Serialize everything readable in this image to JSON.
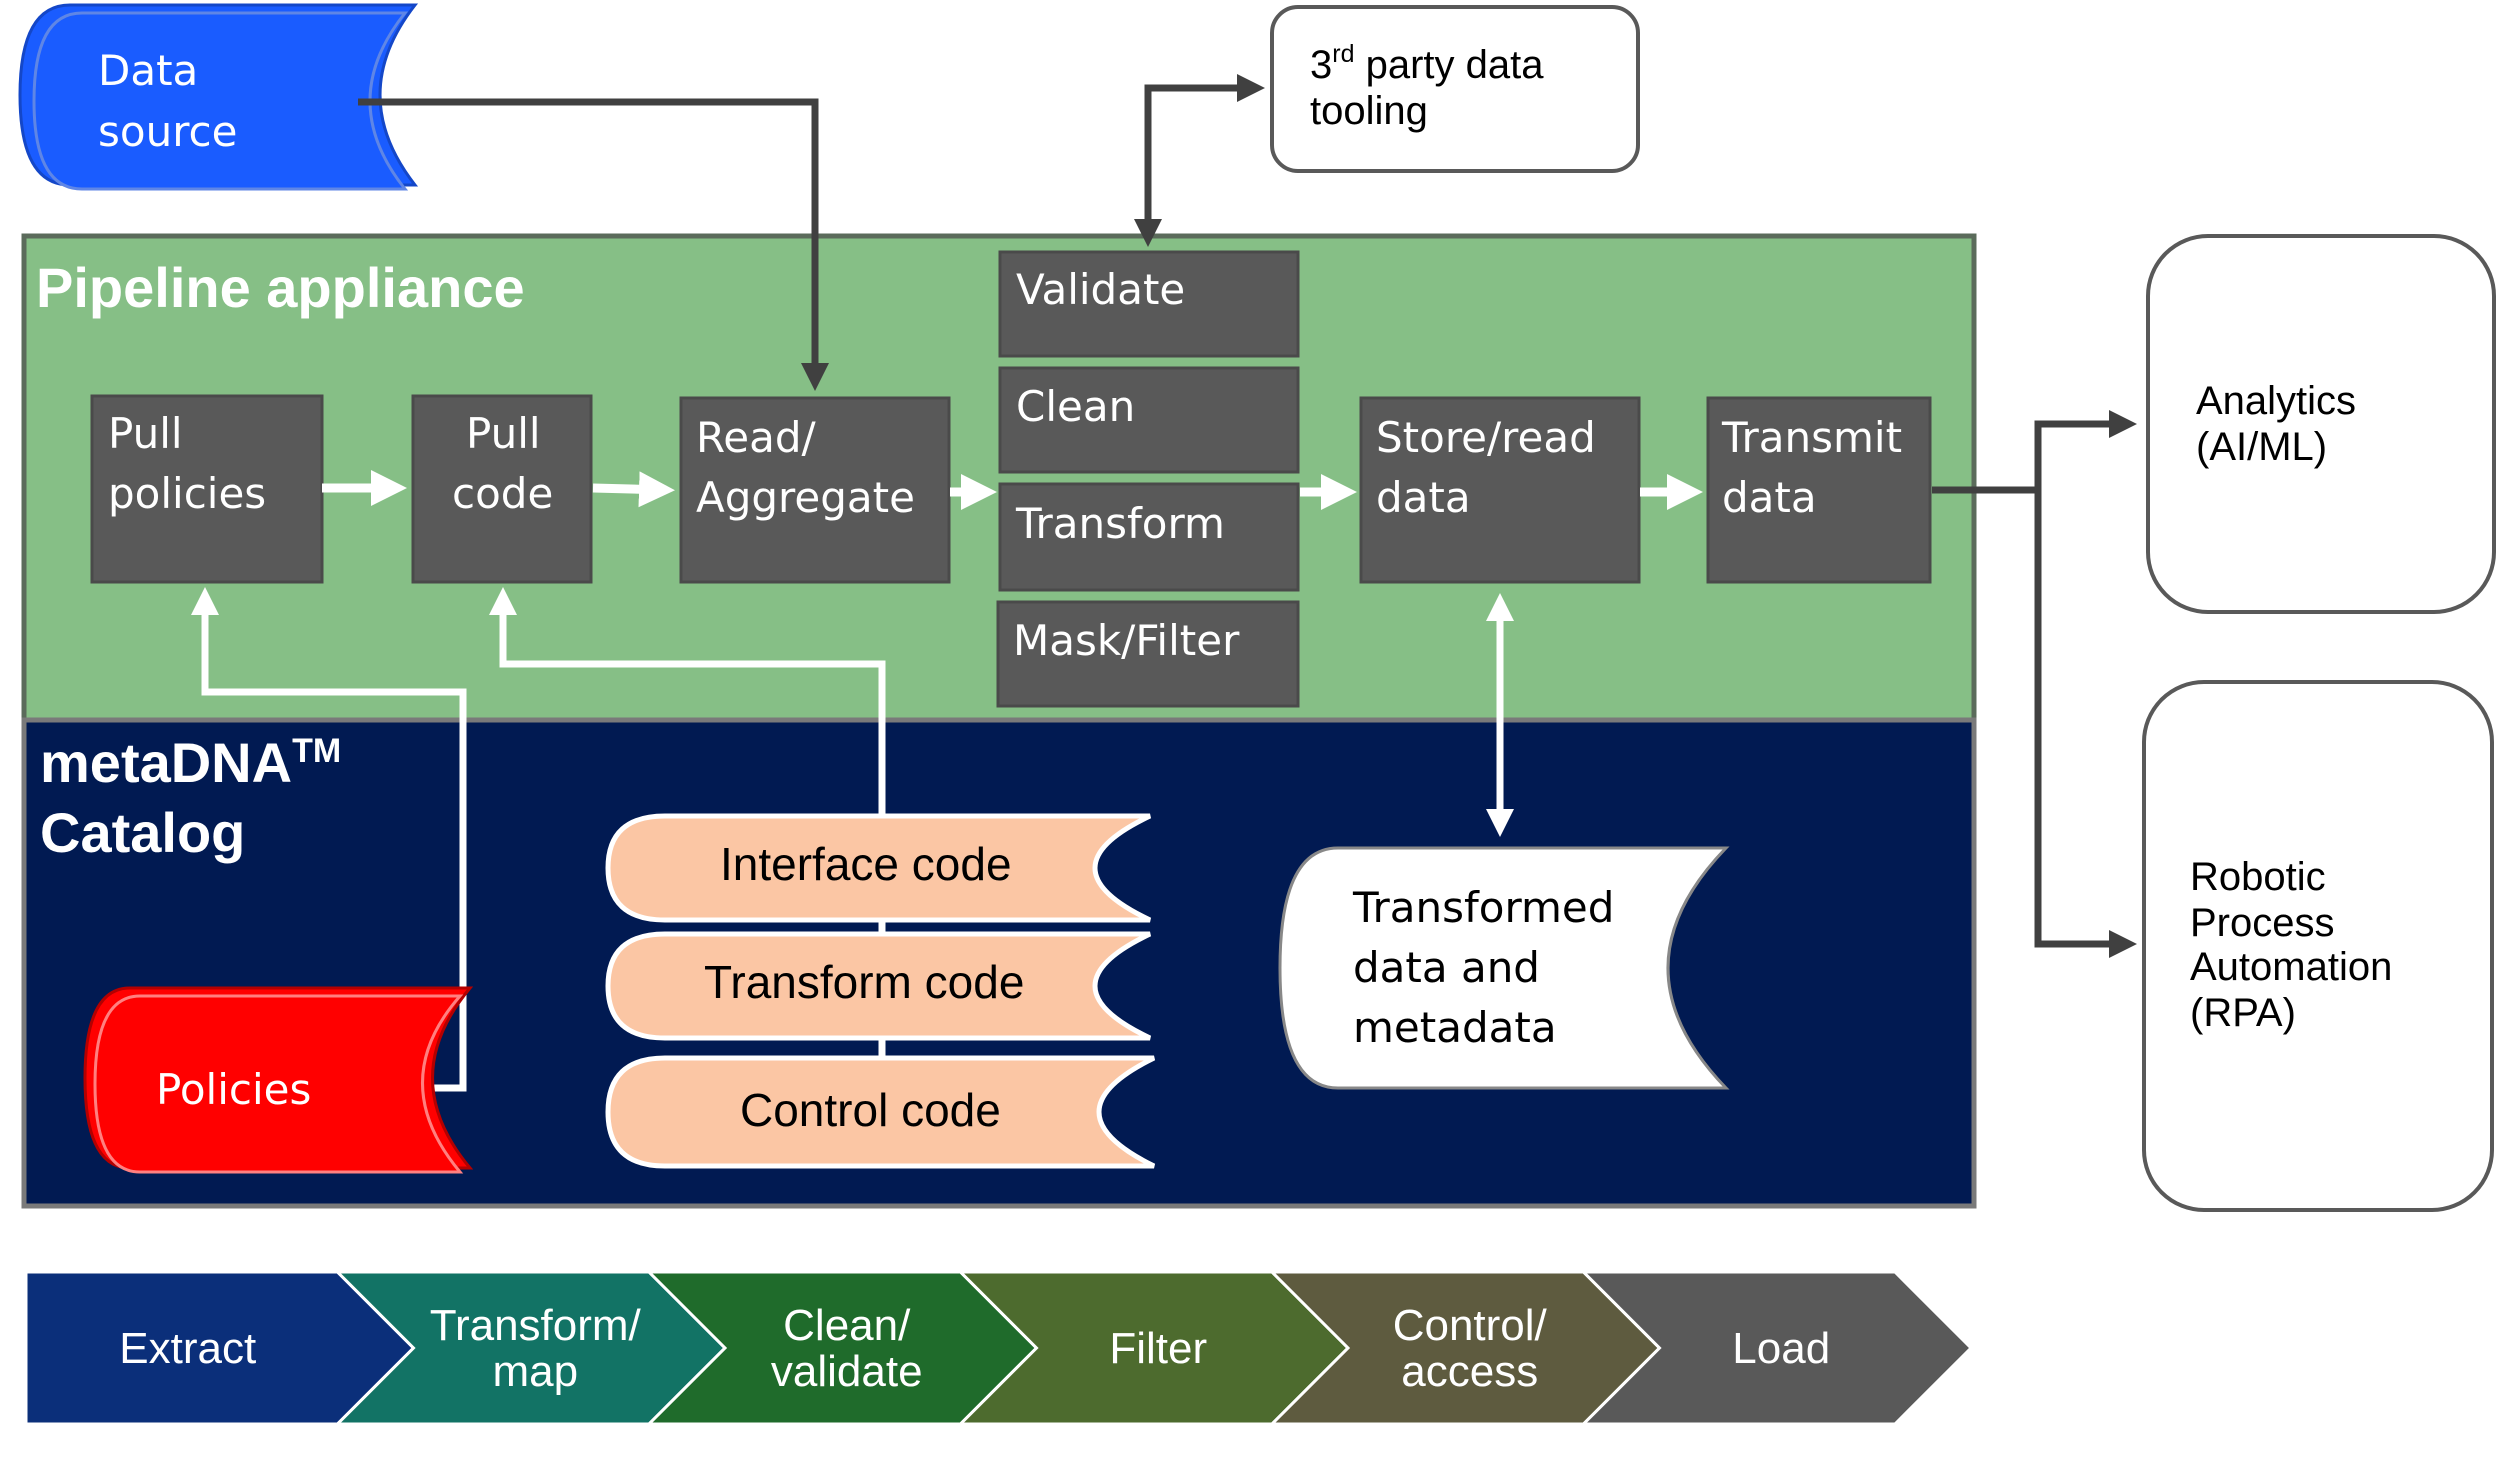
{
  "data_source": {
    "line1": "Data",
    "line2": "source",
    "color": "#1a5cff"
  },
  "third_party": {
    "sup": "rd",
    "line1_rest": " party data",
    "line1_num": "3",
    "line2": "tooling"
  },
  "pipeline": {
    "title": "Pipeline appliance",
    "bg": "#86bf86"
  },
  "catalog": {
    "title_line1": "metaDNA",
    "title_tm": "TM",
    "title_line2": "Catalog",
    "bg": "#011a52"
  },
  "steps": {
    "pull_policies": [
      "Pull",
      "policies"
    ],
    "pull_code": [
      "Pull",
      "code"
    ],
    "read_aggregate": [
      "Read/",
      "Aggregate"
    ],
    "validate": "Validate",
    "clean": "Clean",
    "transform": "Transform",
    "mask_filter": "Mask/Filter",
    "store_read": [
      "Store/read",
      "data"
    ],
    "transmit": [
      "Transmit",
      "data"
    ],
    "box_color": "#595959"
  },
  "catalog_items": {
    "interface_code": "Interface code",
    "transform_code": "Transform code",
    "control_code": "Control code",
    "code_color": "#fbc6a4",
    "policies": "Policies",
    "policies_color": "#ff0000",
    "transformed": [
      "Transformed",
      "data and",
      "metadata"
    ]
  },
  "outputs": {
    "analytics": [
      "Analytics",
      "(AI/ML)"
    ],
    "rpa": [
      "Robotic",
      "Process",
      "Automation",
      "(RPA)"
    ]
  },
  "chevrons": [
    {
      "lines": [
        "Extract"
      ],
      "color": "#0b2f7a"
    },
    {
      "lines": [
        "Transform/",
        "map"
      ],
      "color": "#127365"
    },
    {
      "lines": [
        "Clean/",
        "validate"
      ],
      "color": "#1f6b2b"
    },
    {
      "lines": [
        "Filter"
      ],
      "color": "#4d6b2e"
    },
    {
      "lines": [
        "Control/",
        "access"
      ],
      "color": "#5e5b3f"
    },
    {
      "lines": [
        "Load"
      ],
      "color": "#595959"
    }
  ]
}
